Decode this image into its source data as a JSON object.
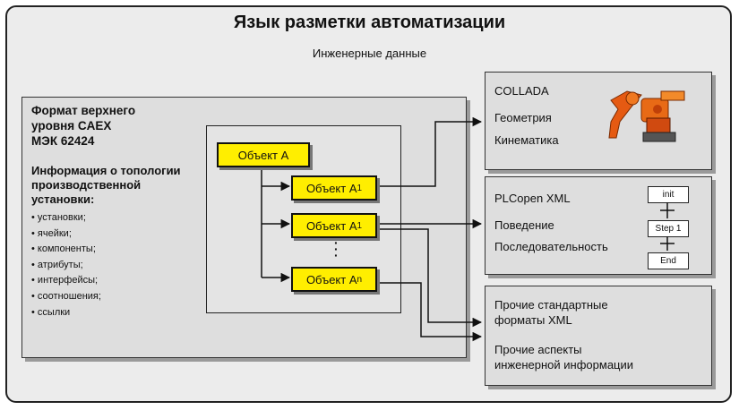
{
  "title": "Язык разметки автоматизации",
  "subtitle": "Инженерные данные",
  "caex": {
    "title": "Формат верхнего\nуровня CAEX\nМЭК 62424",
    "subtitle": "Информация о топологии\nпроизводственной\nустановки:",
    "bullets": [
      "установки;",
      "ячейки;",
      "компоненты;",
      "атрибуты;",
      "интерфейсы;",
      "соотношения;",
      "ссылки"
    ]
  },
  "objects": {
    "a": "Объект A",
    "a1_base": "Объект A",
    "a1_sub": "1",
    "an_base": "Объект A",
    "an_sub": "n"
  },
  "collada": {
    "name": "COLLADA",
    "geometry": "Геометрия",
    "kinematics": "Кинематика"
  },
  "plcopen": {
    "name": "PLCopen XML",
    "behavior": "Поведение",
    "sequence": "Последовательность",
    "steps": [
      "init",
      "Step 1",
      "End"
    ]
  },
  "other": {
    "formats": "Прочие стандартные\nформаты XML",
    "aspects": "Прочие аспекты\nинженерной информации"
  }
}
